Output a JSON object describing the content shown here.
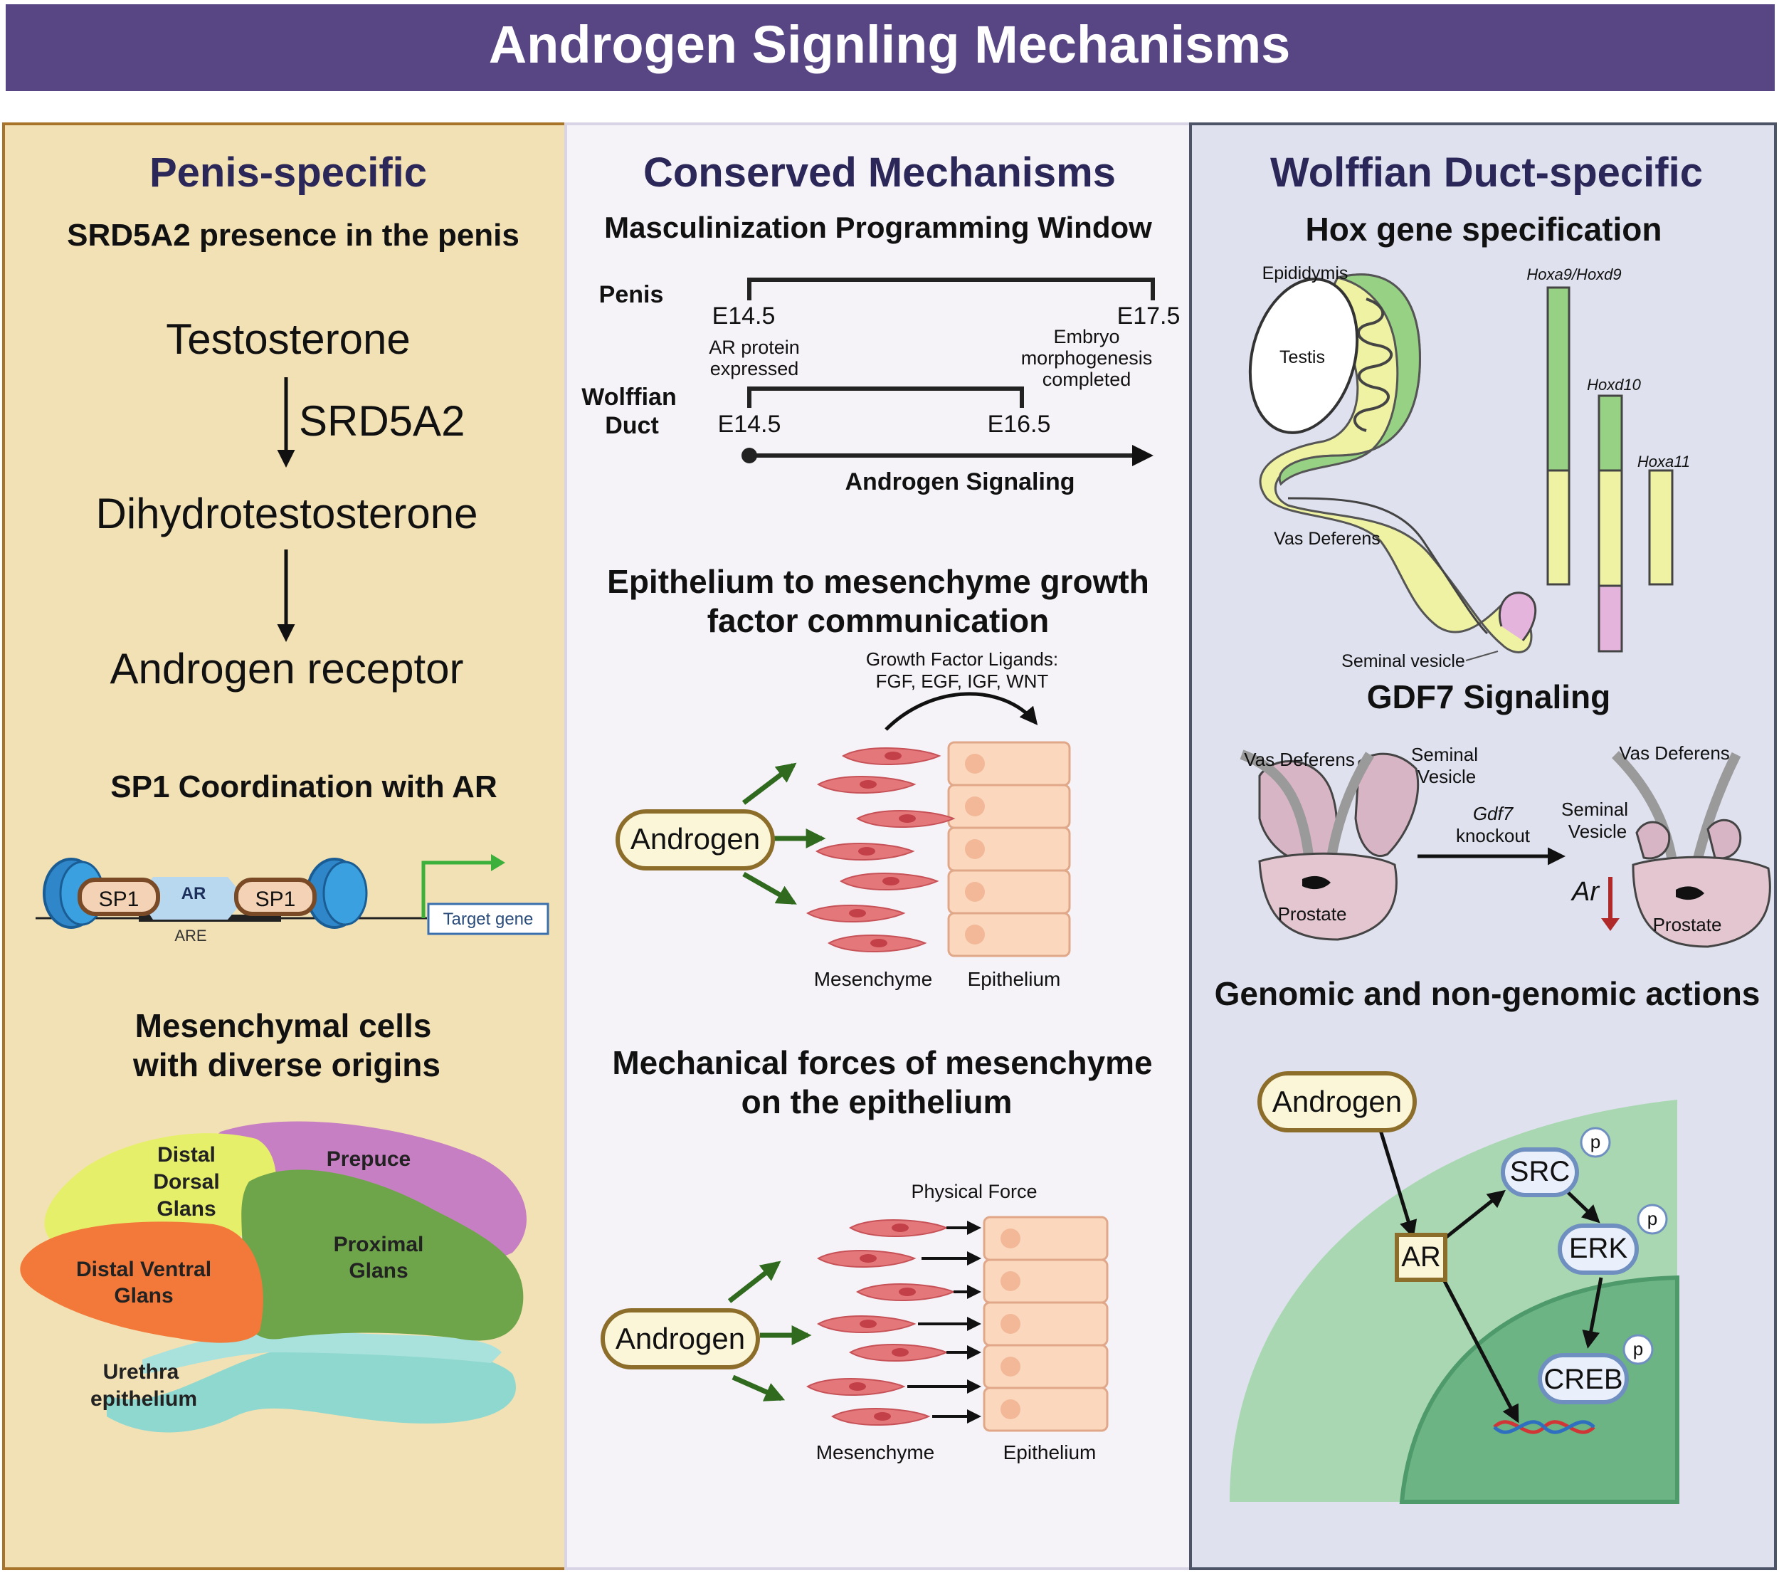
{
  "banner": {
    "title": "Androgen Signling Mechanisms"
  },
  "colors": {
    "banner": "#584584",
    "left_panel": "#f2e1b4",
    "middle_panel": "#f6f3f8",
    "right_panel": "#dfe2ee",
    "heading_navy": "#2b2758",
    "arrow_green": "#2f6a1f",
    "mesenchyme_red": "#e4777a",
    "epithelium_peach": "#fbd7bd",
    "wolffian_green": "#96d184",
    "wolffian_yellow": "#eef2a2",
    "hox_pink": "#e4b4dd",
    "androgen_pill": "#fbf6d8",
    "androgen_border": "#8c6e2a"
  },
  "left": {
    "title": "Penis-specific",
    "srd5a2_heading": "SRD5A2 presence in the penis",
    "pathway": {
      "testosterone": "Testosterone",
      "enzyme": "SRD5A2",
      "dht": "Dihydrotestosterone",
      "receptor": "Androgen receptor"
    },
    "sp1_heading": "SP1 Coordination with AR",
    "sp1_diagram": {
      "sp1_left": "SP1",
      "ar": "AR",
      "sp1_right": "SP1",
      "are": "ARE",
      "target": "Target gene"
    },
    "mesenchymal_heading_1": "Mesenchymal cells",
    "mesenchymal_heading_2": "with diverse origins",
    "regions": {
      "distal_dorsal_1": "Distal",
      "distal_dorsal_2": "Dorsal",
      "distal_dorsal_3": "Glans",
      "prepuce": "Prepuce",
      "proximal_1": "Proximal",
      "proximal_2": "Glans",
      "distal_ventral_1": "Distal Ventral",
      "distal_ventral_2": "Glans",
      "urethra_1": "Urethra",
      "urethra_2": "epithelium"
    }
  },
  "middle": {
    "title": "Conserved Mechanisms",
    "window_heading": "Masculinization Programming Window",
    "timeline": {
      "penis_label": "Penis",
      "penis_start": "E14.5",
      "penis_end": "E17.5",
      "ar_note_1": "AR protein",
      "ar_note_2": "expressed",
      "embryo_note_1": "Embryo",
      "embryo_note_2": "morphogenesis",
      "embryo_note_3": "completed",
      "wolffian_label_1": "Wolffian",
      "wolffian_label_2": "Duct",
      "wolffian_start": "E14.5",
      "wolffian_end": "E16.5",
      "arrow_label": "Androgen Signaling"
    },
    "growth_heading_1": "Epithelium to mesenchyme growth",
    "growth_heading_2": "factor communication",
    "growth_diagram": {
      "ligands_1": "Growth Factor Ligands:",
      "ligands_2": "FGF, EGF, IGF, WNT",
      "androgen": "Androgen",
      "mesenchyme": "Mesenchyme",
      "epithelium": "Epithelium"
    },
    "mechanical_heading_1": "Mechanical forces of mesenchyme",
    "mechanical_heading_2": "on the epithelium",
    "mechanical_diagram": {
      "force": "Physical Force",
      "androgen": "Androgen",
      "mesenchyme": "Mesenchyme",
      "epithelium": "Epithelium"
    }
  },
  "right": {
    "title": "Wolffian Duct-specific",
    "hox_heading": "Hox gene specification",
    "hox_diagram": {
      "epididymis": "Epididymis",
      "testis": "Testis",
      "vas_deferens": "Vas Deferens",
      "seminal_vesicle": "Seminal vesicle",
      "hoxa9": "Hoxa9/Hoxd9",
      "hoxd10": "Hoxd10",
      "hoxa11": "Hoxa11"
    },
    "gdf7_heading": "GDF7 Signaling",
    "gdf7_diagram": {
      "vas_left": "Vas Deferens",
      "sv_left_1": "Seminal",
      "sv_left_2": "Vesicle",
      "prostate_left": "Prostate",
      "knockout_1": "Gdf7",
      "knockout_2": "knockout",
      "vas_right": "Vas Deferens",
      "sv_right_1": "Seminal",
      "sv_right_2": "Vesicle",
      "ar_down": "Ar",
      "prostate_right": "Prostate"
    },
    "genomic_heading": "Genomic and non-genomic actions",
    "genomic_diagram": {
      "androgen": "Androgen",
      "ar": "AR",
      "src": "SRC",
      "erk": "ERK",
      "creb": "CREB",
      "p": "p"
    }
  }
}
